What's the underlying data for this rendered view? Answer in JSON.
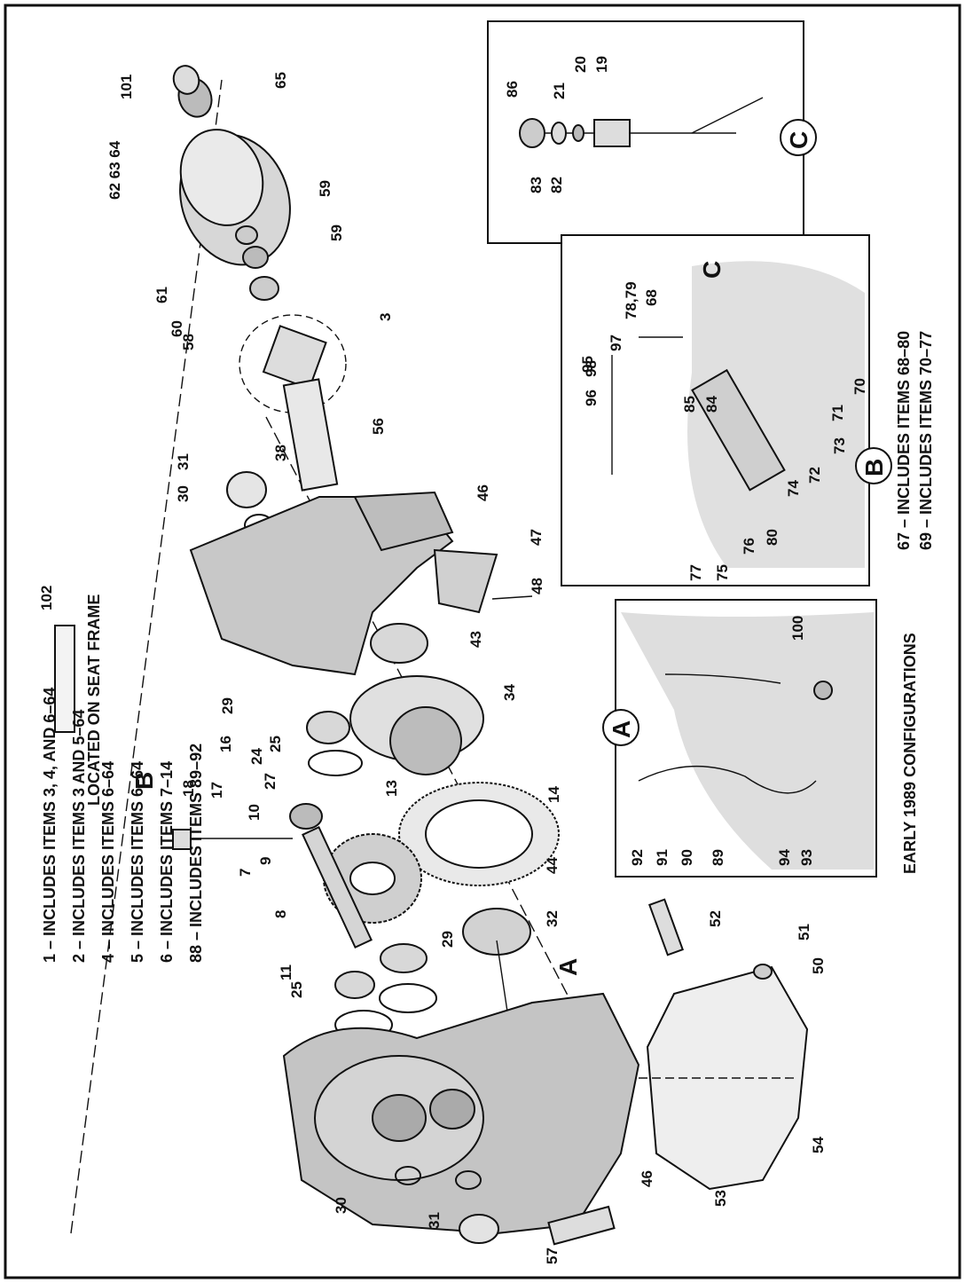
{
  "notes": [
    "1 – INCLUDES ITEMS 3, 4, AND 6–64",
    "2 – INCLUDES ITEMS 3 AND 5–64",
    "4 – INCLUDES ITEMS 6–64",
    "5 – INCLUDES ITEMS 6–64",
    "6 – INCLUDES ITEMS 7–14",
    "88 – INCLUDES ITEMS 89–92"
  ],
  "seat_frame_note": "LOCATED ON SEAT FRAME",
  "early_1989_note": "EARLY 1989 CONFIGURATIONS",
  "inset_b_notes": [
    "67 – INCLUDES ITEMS 68–80",
    "69 – INCLUDES ITEMS 70–77"
  ],
  "callouts": [
    "A",
    "B",
    "C"
  ],
  "labels": {
    "101": "101",
    "62_63_64": "62 63 64",
    "65": "65",
    "59a": "59",
    "59b": "59",
    "61": "61",
    "60": "60",
    "58": "58",
    "3": "3",
    "56": "56",
    "38": "38",
    "31a": "31",
    "30a": "30",
    "46a": "46",
    "47": "47",
    "48": "48",
    "102": "102",
    "43": "43",
    "34": "34",
    "29a": "29",
    "25a": "25",
    "24": "24",
    "27": "27",
    "16": "16",
    "18": "18",
    "17": "17",
    "10": "10",
    "13": "13",
    "14": "14",
    "9": "9",
    "7": "7",
    "8": "8",
    "44": "44",
    "32": "32",
    "29b": "29",
    "11": "11",
    "25b": "25",
    "52": "52",
    "51": "51",
    "50": "50",
    "30b": "30",
    "31b": "31",
    "46b": "46",
    "53": "53",
    "54": "54",
    "57": "57",
    "86": "86",
    "21": "21",
    "20": "20",
    "19": "19",
    "83": "83",
    "82": "82",
    "95": "95",
    "96": "96",
    "98": "98",
    "97": "97",
    "78_79": "78,79",
    "68": "68",
    "85": "85",
    "84": "84",
    "70": "70",
    "71": "71",
    "73": "73",
    "72": "72",
    "74": "74",
    "80": "80",
    "76": "76",
    "75": "75",
    "77": "77",
    "100": "100",
    "92": "92",
    "91": "91",
    "90": "90",
    "89": "89",
    "94": "94",
    "93": "93"
  }
}
